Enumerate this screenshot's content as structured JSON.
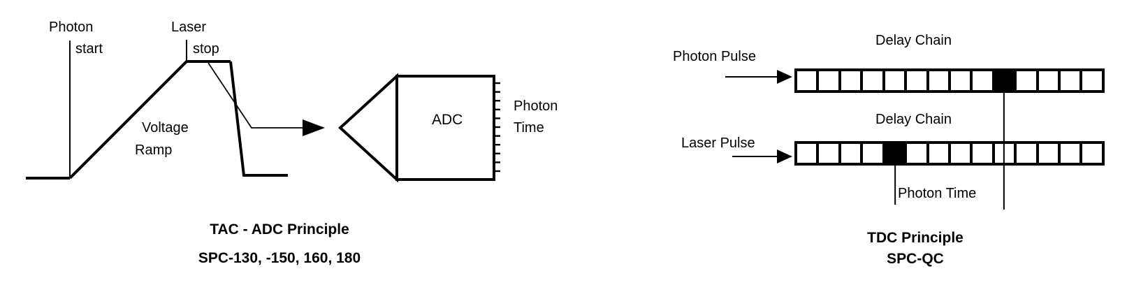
{
  "colors": {
    "ink": "#000000",
    "background": "#ffffff"
  },
  "tac": {
    "start_label_line1": "Photon",
    "start_label_line2": "start",
    "stop_label_line1": "Laser",
    "stop_label_line2": "stop",
    "ramp_label_line1": "Voltage",
    "ramp_label_line2": "Ramp",
    "adc_label": "ADC",
    "output_label_line1": "Photon",
    "output_label_line2": "Time",
    "adc_tick_count": 11,
    "caption_line1": "TAC - ADC Principle",
    "caption_line2": "SPC-130, -150, 160, 180"
  },
  "tdc": {
    "chains": [
      {
        "name": "photon",
        "input_label": "Photon Pulse",
        "chain_label": "Delay Chain",
        "cell_count": 14,
        "marked_cell": 10
      },
      {
        "name": "laser",
        "input_label": "Laser Pulse",
        "chain_label": "Delay Chain",
        "cell_count": 14,
        "marked_cell": 5
      }
    ],
    "time_label": "Photon Time",
    "caption_line1": "TDC Principle",
    "caption_line2": "SPC-QC"
  }
}
